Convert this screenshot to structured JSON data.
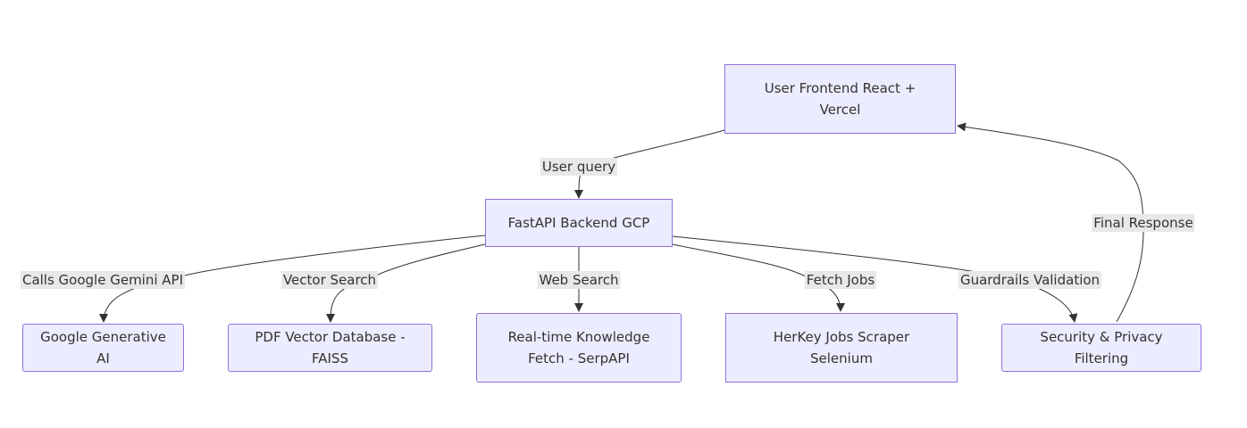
{
  "colors": {
    "node_fill": "#ECECFF",
    "node_border": "#9370DB",
    "edge": "#333333",
    "label_bg": "#E8E8E8"
  },
  "nodes": {
    "frontend": "User Frontend React + Vercel",
    "backend": "FastAPI Backend GCP",
    "gemini": "Google Generative AI",
    "faiss": "PDF Vector Database - FAISS",
    "serp": "Real-time Knowledge Fetch - SerpAPI",
    "herkey": "HerKey Jobs Scraper Selenium",
    "security": "Security & Privacy Filtering"
  },
  "edges": {
    "user_query": "User query",
    "gemini_call": "Calls Google Gemini API",
    "vector_search": "Vector Search",
    "web_search": "Web Search",
    "fetch_jobs": "Fetch Jobs",
    "guardrails": "Guardrails Validation",
    "final_response": "Final Response"
  }
}
